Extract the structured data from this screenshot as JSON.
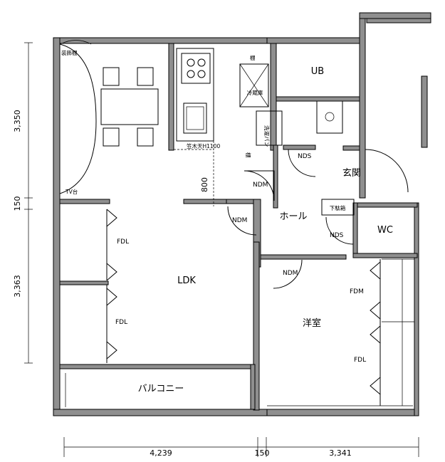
{
  "rooms": {
    "ldk": "LDK",
    "western": "洋室",
    "balcony": "バルコニー",
    "hall": "ホール",
    "entrance": "玄関",
    "ub": "UB",
    "wc": "WC"
  },
  "fixtures": {
    "display_shelf": "装飾棚",
    "tv_stand": "TV台",
    "shelf": "棚",
    "fridge": "冷蔵庫",
    "washer_pan": "洗濯パン",
    "counter_top": "笠木天H1100",
    "shoe_box": "下駄箱",
    "kitchen_mark": "棚",
    "ceiling_height": "800"
  },
  "storage": {
    "fdl_ldk_upper": "FDL",
    "fdl_ldk_lower": "FDL",
    "fdm_western": "FDM",
    "fdl_western": "FDL"
  },
  "doors": {
    "nds_top": "NDS",
    "ndm_kitchen": "NDM",
    "ndm_ldk": "NDM",
    "nds_hall": "NDS",
    "ndm_western": "NDM"
  },
  "dimensions": {
    "left_top": "3,350",
    "left_mid": "150",
    "left_bottom": "3,363",
    "bottom_left": "4,239",
    "bottom_mid": "150",
    "bottom_right": "3,341"
  }
}
